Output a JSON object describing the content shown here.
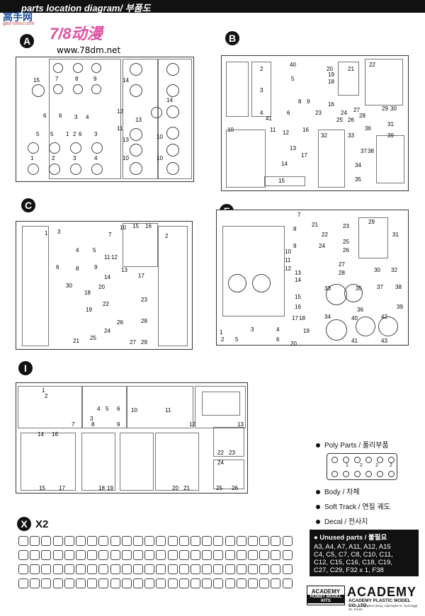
{
  "header": {
    "title": "parts location diagram/ 부품도"
  },
  "watermark": {
    "site_cn": "高手网",
    "url_small": "gao-shou.com",
    "brand": "7/8动漫",
    "url": "www.78dm.net"
  },
  "sections": {
    "A": {
      "letter": "A",
      "numbers": [
        "15",
        "7",
        "8",
        "9",
        "14",
        "6",
        "5",
        "6",
        "3",
        "4",
        "5",
        "12",
        "13",
        "1",
        "2",
        "6",
        "11",
        "3",
        "10",
        "13",
        "1",
        "2",
        "3",
        "4",
        "10",
        "10",
        "14"
      ]
    },
    "B": {
      "letter": "B",
      "numbers": [
        "40",
        "2",
        "20",
        "19",
        "18",
        "3",
        "21",
        "22",
        "5",
        "23",
        "16",
        "24",
        "28",
        "29",
        "30",
        "41",
        "4",
        "6",
        "8",
        "9",
        "25",
        "27",
        "26",
        "31",
        "10",
        "11",
        "12",
        "16",
        "13",
        "32",
        "14",
        "33",
        "34",
        "35",
        "36",
        "37",
        "38",
        "39",
        "17",
        "15"
      ]
    },
    "C": {
      "letter": "C",
      "numbers": [
        "1",
        "3",
        "4",
        "5",
        "10",
        "7",
        "15",
        "16",
        "2",
        "6",
        "8",
        "11",
        "12",
        "9",
        "13",
        "14",
        "17",
        "18",
        "19",
        "20",
        "22",
        "23",
        "24",
        "25",
        "26",
        "27",
        "28",
        "29",
        "21",
        "30"
      ]
    },
    "F": {
      "letter": "F",
      "numbers": [
        "7",
        "21",
        "23",
        "29",
        "31",
        "8",
        "22",
        "24",
        "25",
        "26",
        "9",
        "10",
        "11",
        "12",
        "27",
        "28",
        "30",
        "32",
        "13",
        "14",
        "15",
        "16",
        "17",
        "18",
        "19",
        "20",
        "1",
        "2",
        "3",
        "4",
        "5",
        "6",
        "33",
        "34",
        "35",
        "36",
        "37",
        "38",
        "39",
        "40",
        "41",
        "42",
        "43"
      ]
    },
    "I": {
      "letter": "I",
      "numbers": [
        "1",
        "2",
        "3",
        "4",
        "5",
        "6",
        "7",
        "8",
        "9",
        "10",
        "11",
        "12",
        "13",
        "14",
        "15",
        "16",
        "17",
        "18",
        "19",
        "20",
        "21",
        "22",
        "23",
        "24",
        "25",
        "26"
      ]
    },
    "X": {
      "letter": "X",
      "count": "X2"
    }
  },
  "legend": {
    "poly_parts": "Poly Parts  / 폴리부품",
    "poly_numbers": [
      "1",
      "2",
      "2",
      "2"
    ],
    "body": "Body  / 차체",
    "soft_track": "Soft Track / 연질 궤도",
    "decal": "Decal / 전사지"
  },
  "unused": {
    "title": "Unused parts  / 불필요",
    "lines": [
      "A3, A4, A7, A11, A12, A15",
      "C4, C5, C7, C8, C10, C11,",
      "C12, C15, C16, C18, C19,",
      "C27, C29, F32 x 1, F38"
    ]
  },
  "logo": {
    "box_top": "ACADEMY",
    "box_bottom": "HOBBY MODEL KITS",
    "main": "ACADEMY",
    "company": "ACADEMY PLASTIC MODEL CO.,LTD.",
    "address": "521-1, Yanghyeon-dong, Uijeongbu-si, Gyeonggi-do, Korea"
  }
}
